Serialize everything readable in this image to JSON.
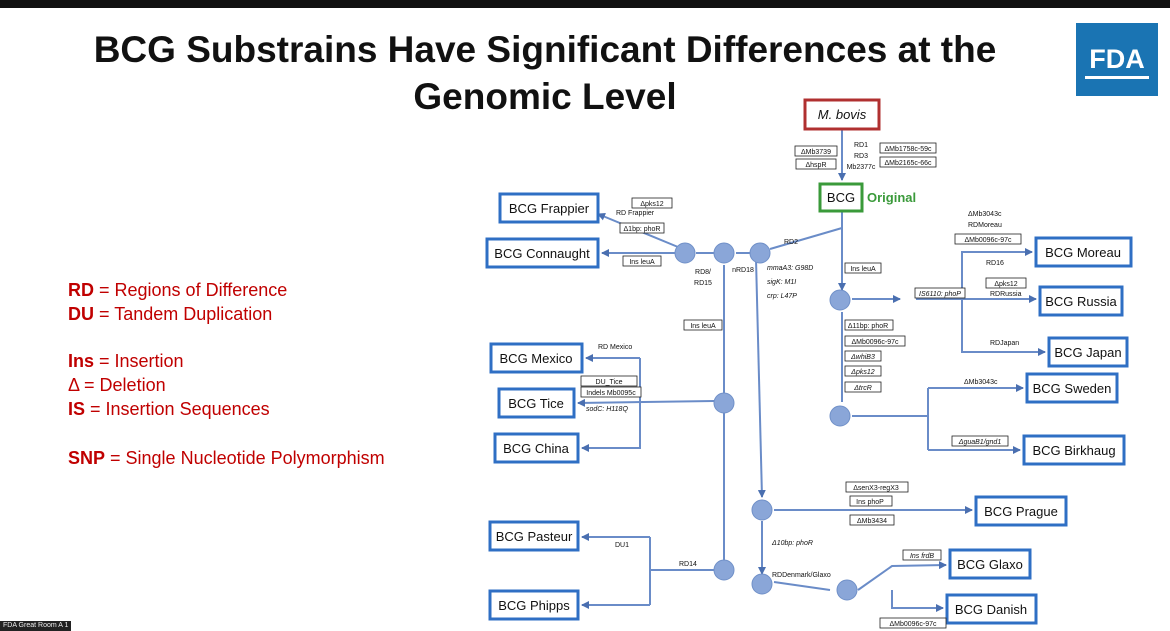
{
  "slide": {
    "title_line1": "BCG Substrains Have Significant Differences at the",
    "title_line2": "Genomic Level",
    "logo": "FDA",
    "window_label": "FDA Great Room A 1"
  },
  "legend": [
    {
      "abbr": "RD",
      "text": " = Regions of Difference"
    },
    {
      "abbr": "DU",
      "text": " = Tandem Duplication"
    },
    {
      "abbr": "Ins",
      "text": " = Insertion"
    },
    {
      "abbr": "Δ",
      "text": " = Deletion"
    },
    {
      "abbr": "IS",
      "text": " = Insertion Sequences"
    },
    {
      "abbr": "SNP",
      "text": " = Single Nucleotide Polymorphism"
    }
  ],
  "diagram": {
    "root": "M. bovis",
    "bcg": "BCG",
    "original": "Original",
    "strains": {
      "frappier": "BCG Frappier",
      "connaught": "BCG Connaught",
      "mexico": "BCG Mexico",
      "tice": "BCG Tice",
      "china": "BCG China",
      "pasteur": "BCG Pasteur",
      "phipps": "BCG Phipps",
      "moreau": "BCG Moreau",
      "russia": "BCG Russia",
      "japan": "BCG Japan",
      "sweden": "BCG Sweden",
      "birkhaug": "BCG Birkhaug",
      "prague": "BCG Prague",
      "glaxo": "BCG Glaxo",
      "danish": "BCG Danish"
    },
    "notes": {
      "rd1": "RD1",
      "rd3": "RD3",
      "mb2377c": "Mb2377c",
      "dmb3739": "ΔMb3739",
      "dhspr": "ΔhspR",
      "dmb1758": "ΔMb1758c-59c",
      "dmb2165": "ΔMb2165c-66c",
      "dpks12_frappier": "Δpks12",
      "rd_frappier": "RD Frappier",
      "d1bp_phor": "Δ1bp: phoR",
      "ins_leua_connaught": "Ins leuA",
      "rd8": "RD8/",
      "rd15": "RD15",
      "nrd18": "nRD18",
      "rd2": "RD2",
      "mmaa3": "mmaA3: G98D",
      "sigk": "sigK: M1I",
      "crp": "crp: L47P",
      "ins_leua_main": "Ins leuA",
      "ins_leua_mexico": "Ins leuA",
      "rd_mexico": "RD Mexico",
      "du_tice": "DU_Tice",
      "indels": "Indels Mb0095c",
      "sodc": "sodC: H118Q",
      "dmb3043c_moreau": "ΔMb3043c",
      "rdmoreau": "RDMoreau",
      "dmb0096_moreau": "ΔMb0096c-97c",
      "rd16": "RD16",
      "dpks12_russia": "Δpks12",
      "rdrussia": "RDRussia",
      "is6110": "IS6110: phoP",
      "rdjapan": "RDJapan",
      "d11bp": "Δ11bp: phoR",
      "dmb0096_mid": "ΔMb0096c-97c",
      "dwhib3": "ΔwhiB3",
      "dpks12_mid": "Δpks12",
      "dtrcr": "ΔtrcR",
      "dmb3043c_sweden": "ΔMb3043c",
      "dguab1": "ΔguaB1/gnd1",
      "dsenx3": "ΔsenX3-regX3",
      "ins_phop": "Ins phoP",
      "dmb3434": "ΔMb3434",
      "d10bp": "Δ10bp: phoR",
      "rddenmark": "RDDenmark/Glaxo",
      "ins_frdb": "Ins frdB",
      "dmb0096_danish": "ΔMb0096c-97c",
      "du1": "DU1",
      "rd14": "RD14"
    }
  }
}
